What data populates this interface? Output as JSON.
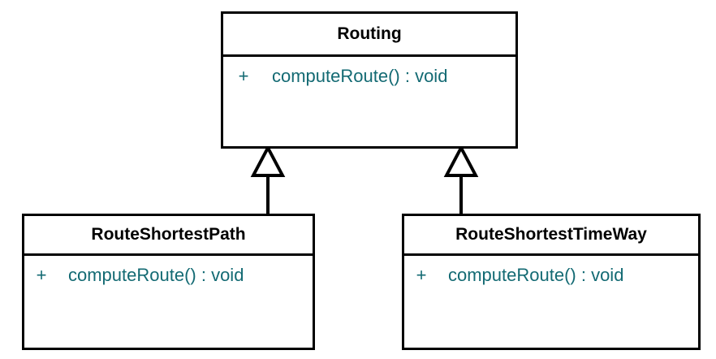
{
  "diagram": {
    "type": "uml-class-diagram",
    "background_color": "#ffffff",
    "border_color": "#000000",
    "class_name_color": "#000000",
    "member_text_color": "#136a73",
    "classes": [
      {
        "id": "routing",
        "name": "Routing",
        "role": "superclass",
        "members": [
          {
            "visibility": "+",
            "signature": "computeRoute() : void"
          }
        ]
      },
      {
        "id": "routeshortestpath",
        "name": "RouteShortestPath",
        "role": "subclass",
        "members": [
          {
            "visibility": "+",
            "signature": "computeRoute() : void"
          }
        ]
      },
      {
        "id": "routeshortesttimeway",
        "name": "RouteShortestTimeWay",
        "role": "subclass",
        "members": [
          {
            "visibility": "+",
            "signature": "computeRoute() : void"
          }
        ]
      }
    ],
    "relationships": [
      {
        "kind": "generalization",
        "from": "RouteShortestPath",
        "to": "Routing",
        "arrow": "hollow-triangle"
      },
      {
        "kind": "generalization",
        "from": "RouteShortestTimeWay",
        "to": "Routing",
        "arrow": "hollow-triangle"
      }
    ]
  }
}
